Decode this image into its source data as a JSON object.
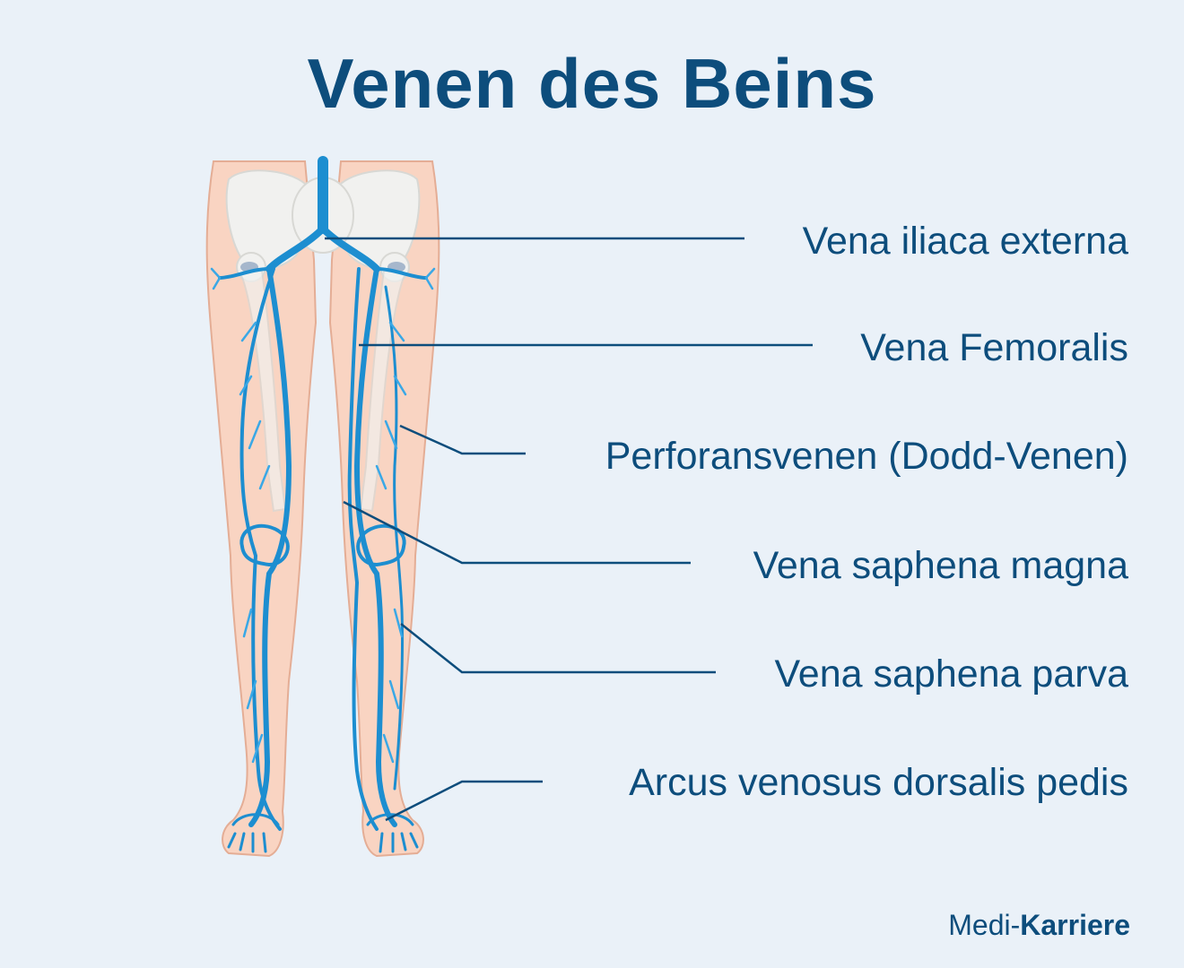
{
  "title": "Venen des Beins",
  "labels": [
    "Vena iliaca externa",
    "Vena Femoralis",
    "Perforansvenen (Dodd-Venen)",
    "Vena saphena magna",
    "Vena saphena parva",
    "Arcus venosus dorsalis pedis"
  ],
  "brand": {
    "part1": "Medi-",
    "part2": "Karriere"
  },
  "colors": {
    "background": "#eaf1f8",
    "text": "#0d4d7c",
    "skin": "#f9d4c2",
    "skin_outline": "#e4ad95",
    "bone": "#f1f1ef",
    "vein": "#1d8ed0",
    "vein_light": "#3aa8e6",
    "leader_line": "#0d4d7c"
  }
}
